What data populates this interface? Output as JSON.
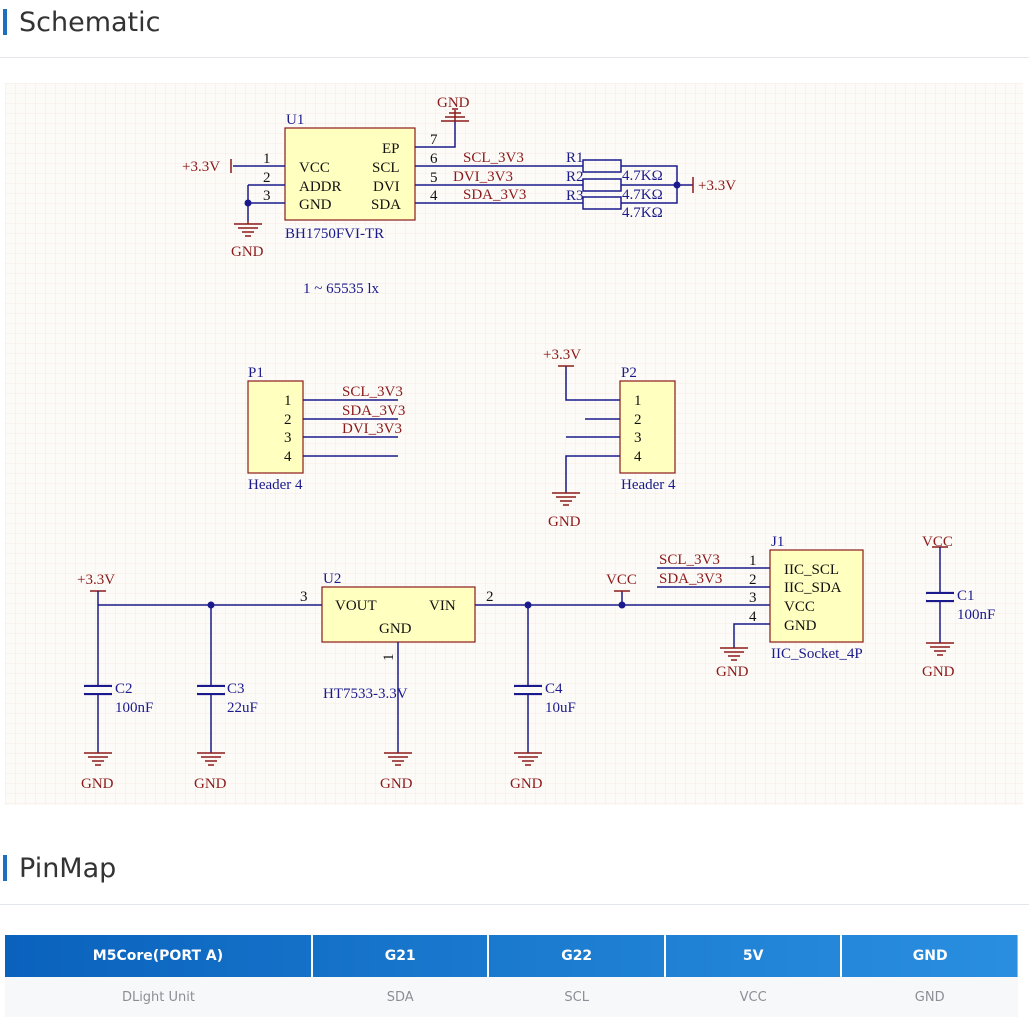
{
  "schematic_section": {
    "title": "Schematic"
  },
  "pinmap_section": {
    "title": "PinMap"
  },
  "schematic": {
    "u1": {
      "ref": "U1",
      "part": "BH1750FVI-TR",
      "range": "1 ~ 65535 lx",
      "pins_left": [
        "VCC",
        "ADDR",
        "GND"
      ],
      "pins_left_num": [
        "1",
        "2",
        "3"
      ],
      "pins_right": [
        "EP",
        "SCL",
        "DVI",
        "SDA"
      ],
      "pins_right_num": [
        "7",
        "6",
        "5",
        "4"
      ]
    },
    "nets": {
      "scl": "SCL_3V3",
      "sda": "SDA_3V3",
      "dvi": "DVI_3V3",
      "vcc": "VCC",
      "gnd": "GND",
      "v33": "+3.3V"
    },
    "resistors": [
      {
        "ref": "R1",
        "value": "4.7KΩ"
      },
      {
        "ref": "R2",
        "value": "4.7KΩ"
      },
      {
        "ref": "R3",
        "value": "4.7KΩ"
      }
    ],
    "p1": {
      "ref": "P1",
      "part": "Header 4",
      "pins": [
        "1",
        "2",
        "3",
        "4"
      ]
    },
    "p2": {
      "ref": "P2",
      "part": "Header 4",
      "pins": [
        "1",
        "2",
        "3",
        "4"
      ]
    },
    "u2": {
      "ref": "U2",
      "part": "HT7533-3.3V",
      "pin_vout": "VOUT",
      "pin_vin": "VIN",
      "pin_gnd": "GND",
      "num_vout": "3",
      "num_vin": "2",
      "num_gnd": "1"
    },
    "j1": {
      "ref": "J1",
      "part": "IIC_Socket_4P",
      "pins": [
        "IIC_SCL",
        "IIC_SDA",
        "VCC",
        "GND"
      ],
      "nums": [
        "1",
        "2",
        "3",
        "4"
      ]
    },
    "caps": [
      {
        "ref": "C1",
        "value": "100nF"
      },
      {
        "ref": "C2",
        "value": "100nF"
      },
      {
        "ref": "C3",
        "value": "22uF"
      },
      {
        "ref": "C4",
        "value": "10uF"
      }
    ]
  },
  "pinmap": {
    "headers": [
      "M5Core(PORT A)",
      "G21",
      "G22",
      "5V",
      "GND"
    ],
    "rows": [
      [
        "DLight Unit",
        "SDA",
        "SCL",
        "VCC",
        "GND"
      ]
    ]
  },
  "colors": {
    "accent": "#1f6fc0",
    "wire": "#1a1a8c",
    "power": "#8b1a1a",
    "part_fill": "#ffffc0"
  }
}
